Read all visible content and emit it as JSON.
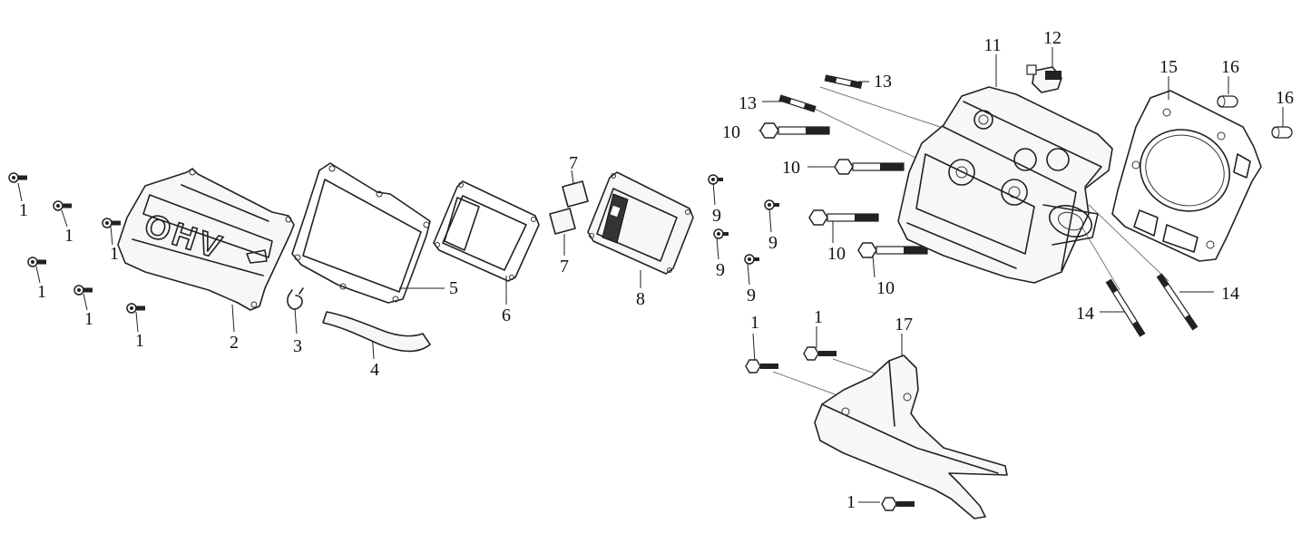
{
  "diagram": {
    "type": "exploded-parts-view",
    "cover_marking": "OHV",
    "callouts": [
      {
        "id": "c1a",
        "label": "1"
      },
      {
        "id": "c1b",
        "label": "1"
      },
      {
        "id": "c1c",
        "label": "1"
      },
      {
        "id": "c1d",
        "label": "1"
      },
      {
        "id": "c1e",
        "label": "1"
      },
      {
        "id": "c1f",
        "label": "1"
      },
      {
        "id": "c1g",
        "label": "1"
      },
      {
        "id": "c1h",
        "label": "1"
      },
      {
        "id": "c1i",
        "label": "1"
      },
      {
        "id": "c2",
        "label": "2"
      },
      {
        "id": "c3",
        "label": "3"
      },
      {
        "id": "c4",
        "label": "4"
      },
      {
        "id": "c5",
        "label": "5"
      },
      {
        "id": "c6",
        "label": "6"
      },
      {
        "id": "c7a",
        "label": "7"
      },
      {
        "id": "c7b",
        "label": "7"
      },
      {
        "id": "c8",
        "label": "8"
      },
      {
        "id": "c9a",
        "label": "9"
      },
      {
        "id": "c9b",
        "label": "9"
      },
      {
        "id": "c9c",
        "label": "9"
      },
      {
        "id": "c9d",
        "label": "9"
      },
      {
        "id": "c10a",
        "label": "10"
      },
      {
        "id": "c10b",
        "label": "10"
      },
      {
        "id": "c10c",
        "label": "10"
      },
      {
        "id": "c10d",
        "label": "10"
      },
      {
        "id": "c11",
        "label": "11"
      },
      {
        "id": "c12",
        "label": "12"
      },
      {
        "id": "c13a",
        "label": "13"
      },
      {
        "id": "c13b",
        "label": "13"
      },
      {
        "id": "c14a",
        "label": "14"
      },
      {
        "id": "c14b",
        "label": "14"
      },
      {
        "id": "c15",
        "label": "15"
      },
      {
        "id": "c16a",
        "label": "16"
      },
      {
        "id": "c16b",
        "label": "16"
      },
      {
        "id": "c17",
        "label": "17"
      }
    ]
  }
}
